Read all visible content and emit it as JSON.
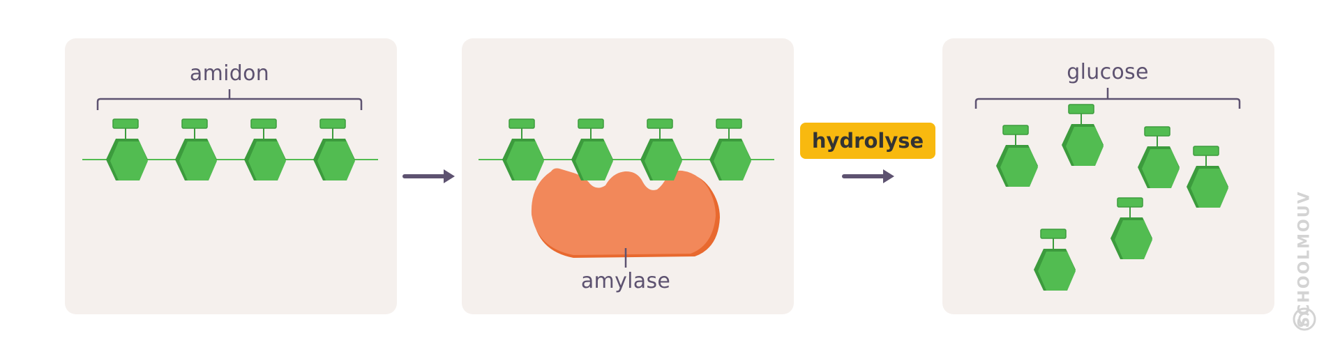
{
  "panels": {
    "starch": {
      "label": "amidon"
    },
    "enzyme": {
      "label": "amylase"
    },
    "product": {
      "label": "glucose"
    }
  },
  "reaction": {
    "label": "hydrolyse"
  },
  "watermark": {
    "text": "SCHOOLMOUV"
  },
  "colors": {
    "panel_bg": "#f5f0ed",
    "hexagon_fill": "#52bc51",
    "hexagon_shadow": "#3c9b3d",
    "enzyme_fill": "#f2885a",
    "enzyme_shadow": "#e8692f",
    "arrow": "#5d5270",
    "badge": "#f8b90f"
  }
}
